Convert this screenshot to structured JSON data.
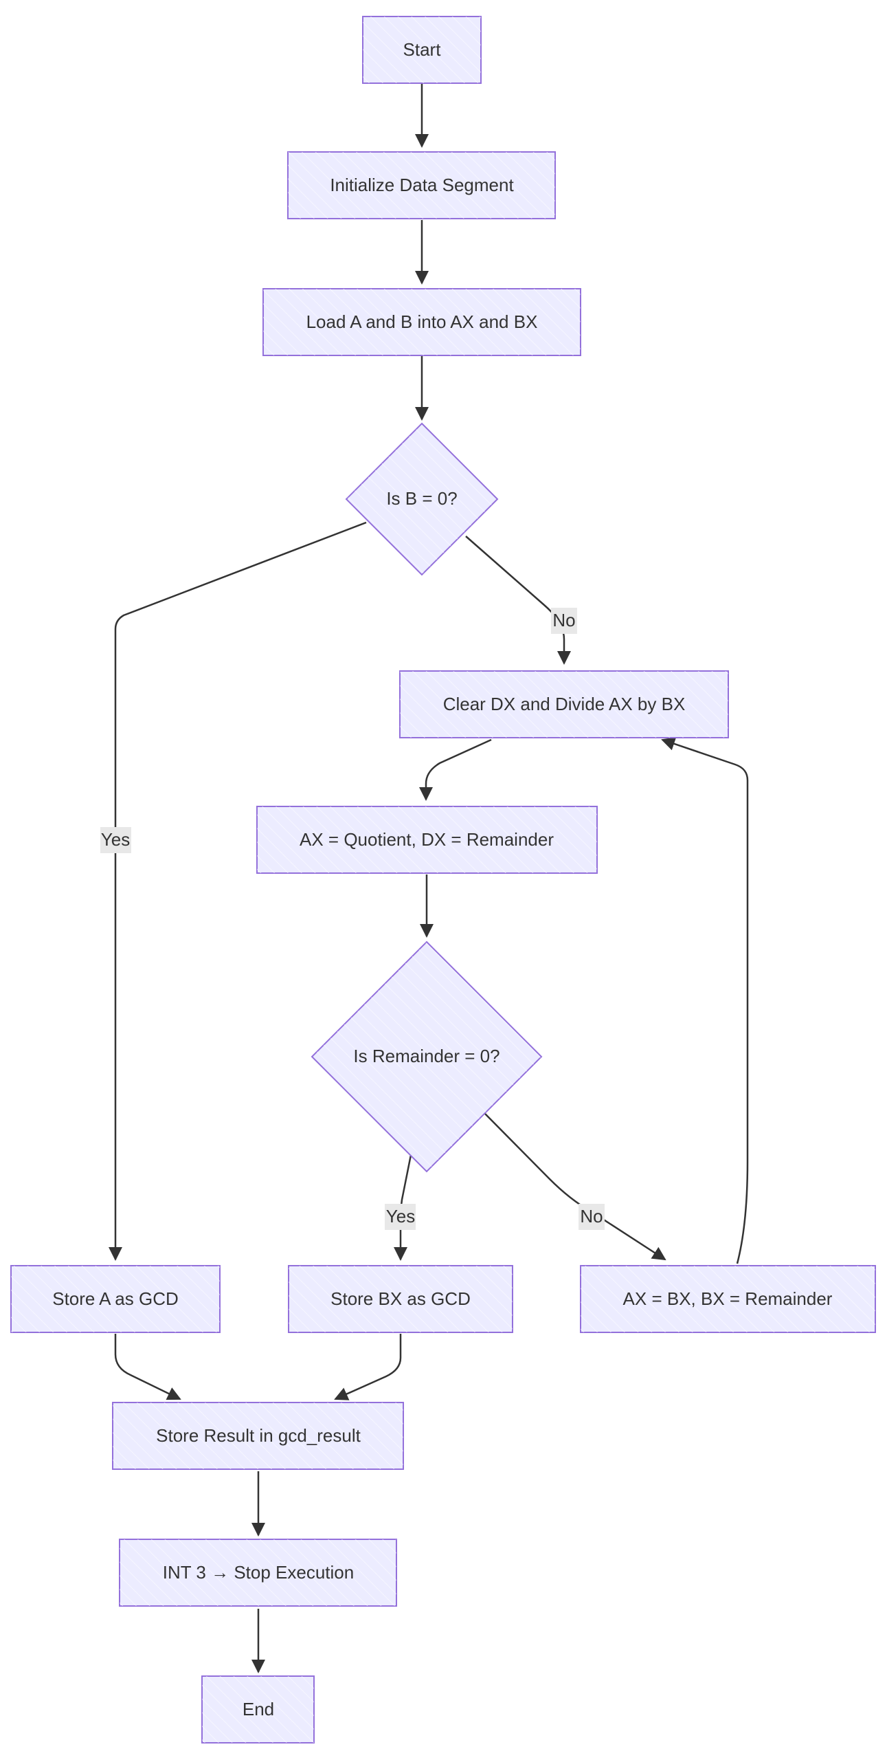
{
  "diagram": {
    "type": "flowchart",
    "nodes": {
      "start": "Start",
      "init_ds": "Initialize Data Segment",
      "load_ab": "Load A and B into AX and BX",
      "is_b_zero": "Is B = 0?",
      "clear_divide": "Clear DX and Divide AX by BX",
      "ax_quotient": "AX = Quotient, DX = Remainder",
      "is_rem_zero": "Is Remainder = 0?",
      "store_a": "Store A as GCD",
      "store_bx": "Store BX as GCD",
      "ax_bx_swap": "AX = BX, BX = Remainder",
      "store_result": "Store Result in gcd_result",
      "int3": "INT 3 → Stop Execution",
      "end": "End"
    },
    "edge_labels": {
      "b_zero_yes": "Yes",
      "b_zero_no": "No",
      "rem_zero_yes": "Yes",
      "rem_zero_no": "No"
    },
    "colors": {
      "node_fill": "#ececff",
      "node_stroke": "#9370db",
      "edge": "#333333",
      "label_bg": "#e8e8e8"
    }
  }
}
